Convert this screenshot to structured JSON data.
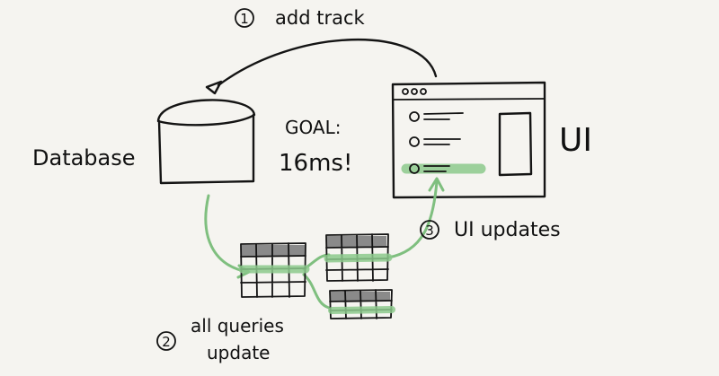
{
  "labels": {
    "step1_number": "1",
    "step1_text": "add track",
    "database": "Database",
    "goal_line1": "GOAL:",
    "goal_line2": "16ms!",
    "ui": "UI",
    "step2_number": "2",
    "step2_line1": "all queries",
    "step2_line2": "update",
    "step3_number": "3",
    "step3_text": "UI updates"
  },
  "colors": {
    "ink": "#141414",
    "highlight": "#7fbf7f",
    "table_header": "#8a8a8a",
    "background": "#f5f4f0"
  }
}
